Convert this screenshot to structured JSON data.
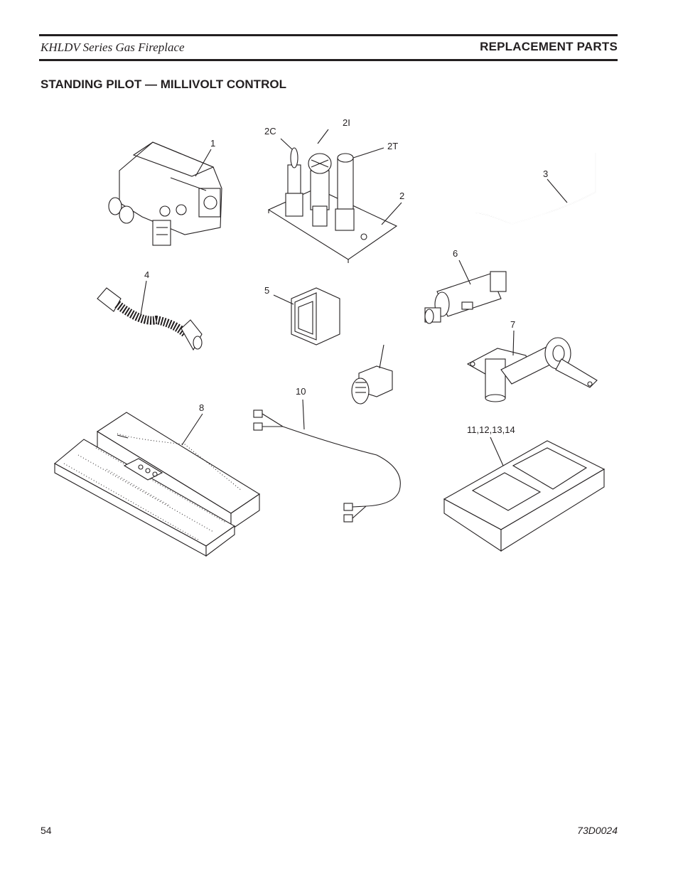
{
  "header": {
    "title": "KHLDV Series Gas Fireplace",
    "section": "REPLACEMENT PARTS"
  },
  "subtitle": "STANDING PILOT — MILLIVOLT CONTROL",
  "callouts": {
    "c1": "1",
    "c2": "2",
    "c2C": "2C",
    "c2I": "2I",
    "c2T": "2T",
    "c3": "3",
    "c4": "4",
    "c5": "5",
    "c6": "6",
    "c7": "7",
    "c8": "8",
    "c10": "10",
    "c11": "11,12,13,14"
  },
  "footer": {
    "page_number": "54",
    "doc_code": "73D0024"
  }
}
